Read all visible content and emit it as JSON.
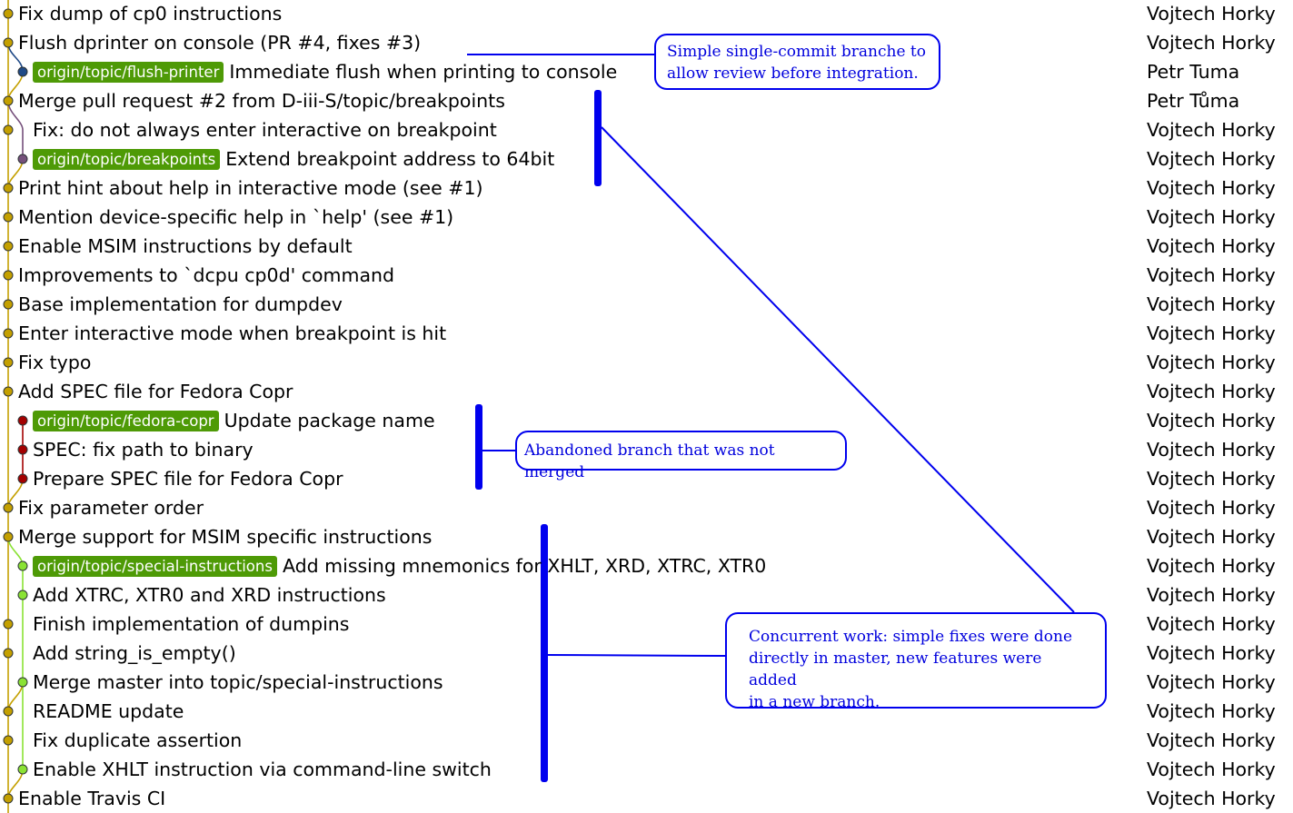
{
  "colors": {
    "master": "#c4a000",
    "flush_branch": "#204a87",
    "breakpoints_branch": "#75507b",
    "fedora_branch": "#a40000",
    "special_branch": "#8ae234",
    "ref_tag": "#4e9a06",
    "annotation": "#0000ee"
  },
  "commits": [
    {
      "message": "Fix dump of cp0 instructions",
      "author": "Vojtech Horky",
      "lane": 0
    },
    {
      "message": "Flush dprinter on console (PR #4, fixes #3)",
      "author": "Vojtech Horky",
      "lane": 0
    },
    {
      "ref": "origin/topic/flush-printer",
      "message": "Immediate flush when printing to console",
      "author": "Petr Tuma",
      "lane": 1,
      "branch": "flush"
    },
    {
      "message": "Merge pull request #2 from D-iii-S/topic/breakpoints",
      "author": "Petr Tůma",
      "lane": 0
    },
    {
      "message": "Fix: do not always enter interactive on breakpoint",
      "author": "Vojtech Horky",
      "lane": 0
    },
    {
      "ref": "origin/topic/breakpoints",
      "message": "Extend breakpoint address to 64bit",
      "author": "Vojtech Horky",
      "lane": 1,
      "branch": "breakpoints"
    },
    {
      "message": "Print hint about help in interactive mode (see #1)",
      "author": "Vojtech Horky",
      "lane": 0
    },
    {
      "message": "Mention device-specific help in `help' (see #1)",
      "author": "Vojtech Horky",
      "lane": 0
    },
    {
      "message": "Enable MSIM instructions by default",
      "author": "Vojtech Horky",
      "lane": 0
    },
    {
      "message": "Improvements to `dcpu cp0d' command",
      "author": "Vojtech Horky",
      "lane": 0
    },
    {
      "message": "Base implementation for dumpdev",
      "author": "Vojtech Horky",
      "lane": 0
    },
    {
      "message": "Enter interactive mode when breakpoint is hit",
      "author": "Vojtech Horky",
      "lane": 0
    },
    {
      "message": "Fix typo",
      "author": "Vojtech Horky",
      "lane": 0
    },
    {
      "message": "Add SPEC file for Fedora Copr",
      "author": "Vojtech Horky",
      "lane": 0
    },
    {
      "ref": "origin/topic/fedora-copr",
      "message": "Update package name",
      "author": "Vojtech Horky",
      "lane": 1,
      "branch": "fedora"
    },
    {
      "message": "SPEC: fix path to binary",
      "author": "Vojtech Horky",
      "lane": 1,
      "branch": "fedora"
    },
    {
      "message": "Prepare SPEC file for Fedora Copr",
      "author": "Vojtech Horky",
      "lane": 1,
      "branch": "fedora"
    },
    {
      "message": "Fix parameter order",
      "author": "Vojtech Horky",
      "lane": 0
    },
    {
      "message": "Merge support for MSIM specific instructions",
      "author": "Vojtech Horky",
      "lane": 0
    },
    {
      "ref": "origin/topic/special-instructions",
      "message": "Add missing mnemonics for XHLT, XRD, XTRC, XTR0",
      "author": "Vojtech Horky",
      "lane": 1,
      "branch": "special"
    },
    {
      "message": "Add XTRC, XTR0 and XRD instructions",
      "author": "Vojtech Horky",
      "lane": 1,
      "branch": "special"
    },
    {
      "message": "Finish implementation of dumpins",
      "author": "Vojtech Horky",
      "lane": 0
    },
    {
      "message": "Add string_is_empty()",
      "author": "Vojtech Horky",
      "lane": 0
    },
    {
      "message": "Merge master into topic/special-instructions",
      "author": "Vojtech Horky",
      "lane": 1,
      "branch": "special"
    },
    {
      "message": "README update",
      "author": "Vojtech Horky",
      "lane": 0
    },
    {
      "message": "Fix duplicate assertion",
      "author": "Vojtech Horky",
      "lane": 0
    },
    {
      "message": "Enable XHLT instruction via command-line switch",
      "author": "Vojtech Horky",
      "lane": 1,
      "branch": "special"
    },
    {
      "message": "Enable Travis CI",
      "author": "Vojtech Horky",
      "lane": 0
    }
  ],
  "annotations": {
    "single_commit": "Simple single-commit branche to\nallow review before integration.",
    "abandoned": "Abandoned branch that was not merged",
    "concurrent": "Concurrent work: simple fixes were done\ndirectly in master, new features were added\nin a new branch."
  }
}
